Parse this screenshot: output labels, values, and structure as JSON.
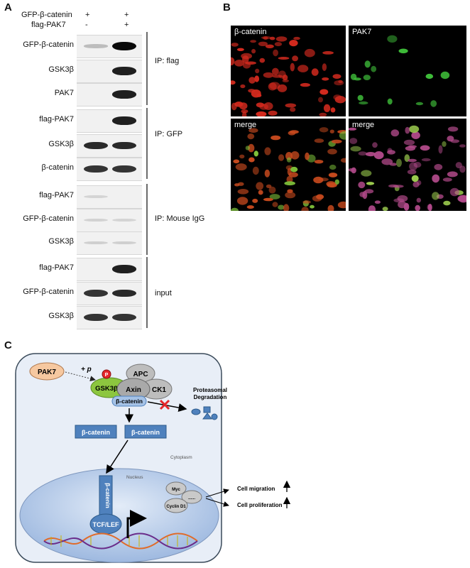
{
  "panelA": {
    "letter": "A",
    "conditions": [
      {
        "name": "GFP-β-catenin",
        "lane1": "+",
        "lane2": "+"
      },
      {
        "name": "flag-PAK7",
        "lane1": "-",
        "lane2": "+"
      }
    ],
    "rows": [
      {
        "label": "GFP-β-catenin",
        "lane1": 0.15,
        "lane2": 1.0
      },
      {
        "label": "GSK3β",
        "lane1": 0.0,
        "lane2": 0.9
      },
      {
        "label": "PAK7",
        "lane1": 0.0,
        "lane2": 0.9
      },
      {
        "label": "flag-PAK7",
        "lane1": 0.0,
        "lane2": 0.9
      },
      {
        "label": "GSK3β",
        "lane1": 0.85,
        "lane2": 0.85
      },
      {
        "label": "β-catenin",
        "lane1": 0.8,
        "lane2": 0.8
      },
      {
        "label": "flag-PAK7",
        "lane1": 0.04,
        "lane2": 0.0
      },
      {
        "label": "GFP-β-catenin",
        "lane1": 0.05,
        "lane2": 0.04
      },
      {
        "label": "GSK3β",
        "lane1": 0.06,
        "lane2": 0.06
      },
      {
        "label": "flag-PAK7",
        "lane1": 0.0,
        "lane2": 0.9
      },
      {
        "label": "GFP-β-catenin",
        "lane1": 0.8,
        "lane2": 0.85
      },
      {
        "label": "GSK3β",
        "lane1": 0.8,
        "lane2": 0.8
      }
    ],
    "groups": [
      "IP: flag",
      "IP: GFP",
      "IP: Mouse IgG",
      "input"
    ]
  },
  "panelB": {
    "letter": "B",
    "images": [
      {
        "caption": "β-catenin",
        "color": "#d42a1e"
      },
      {
        "caption": "PAK7",
        "color": "#3fbf3a"
      },
      {
        "caption": "merge",
        "color": "#c84a1e"
      },
      {
        "caption": "merge",
        "color": "#b24a8a"
      }
    ]
  },
  "panelC": {
    "letter": "C",
    "pak7": "PAK7",
    "phospho": "+ p",
    "p_badge": "P",
    "gsk3b": "GSK3β",
    "apc": "APC",
    "axin": "Axin",
    "ck1": "CK1",
    "bcat_complex": "β-catenin",
    "bcat_free_1": "β-catenin",
    "bcat_free_2": "β-catenin",
    "proteasomal": "Proteasomal\nDegradation",
    "cytoplasm": "Cytoplasm",
    "nucleus": "Nucleus",
    "bcat_nuclear": "β-catenin",
    "tcf": "TCF/LEF",
    "myc": "Myc",
    "cyclin": "Cyclin D1",
    "dots": "......",
    "migration": "Cell migration",
    "proliferation": "Cell proliferation",
    "colors": {
      "pak7": "#f6c8a0",
      "gsk3b": "#8cc63f",
      "complex": "#bdbdbd",
      "bcat": "#4f81bd",
      "cell": "#dce6f2",
      "nucleus": "#b9cdea",
      "x": "#e4262a"
    }
  }
}
